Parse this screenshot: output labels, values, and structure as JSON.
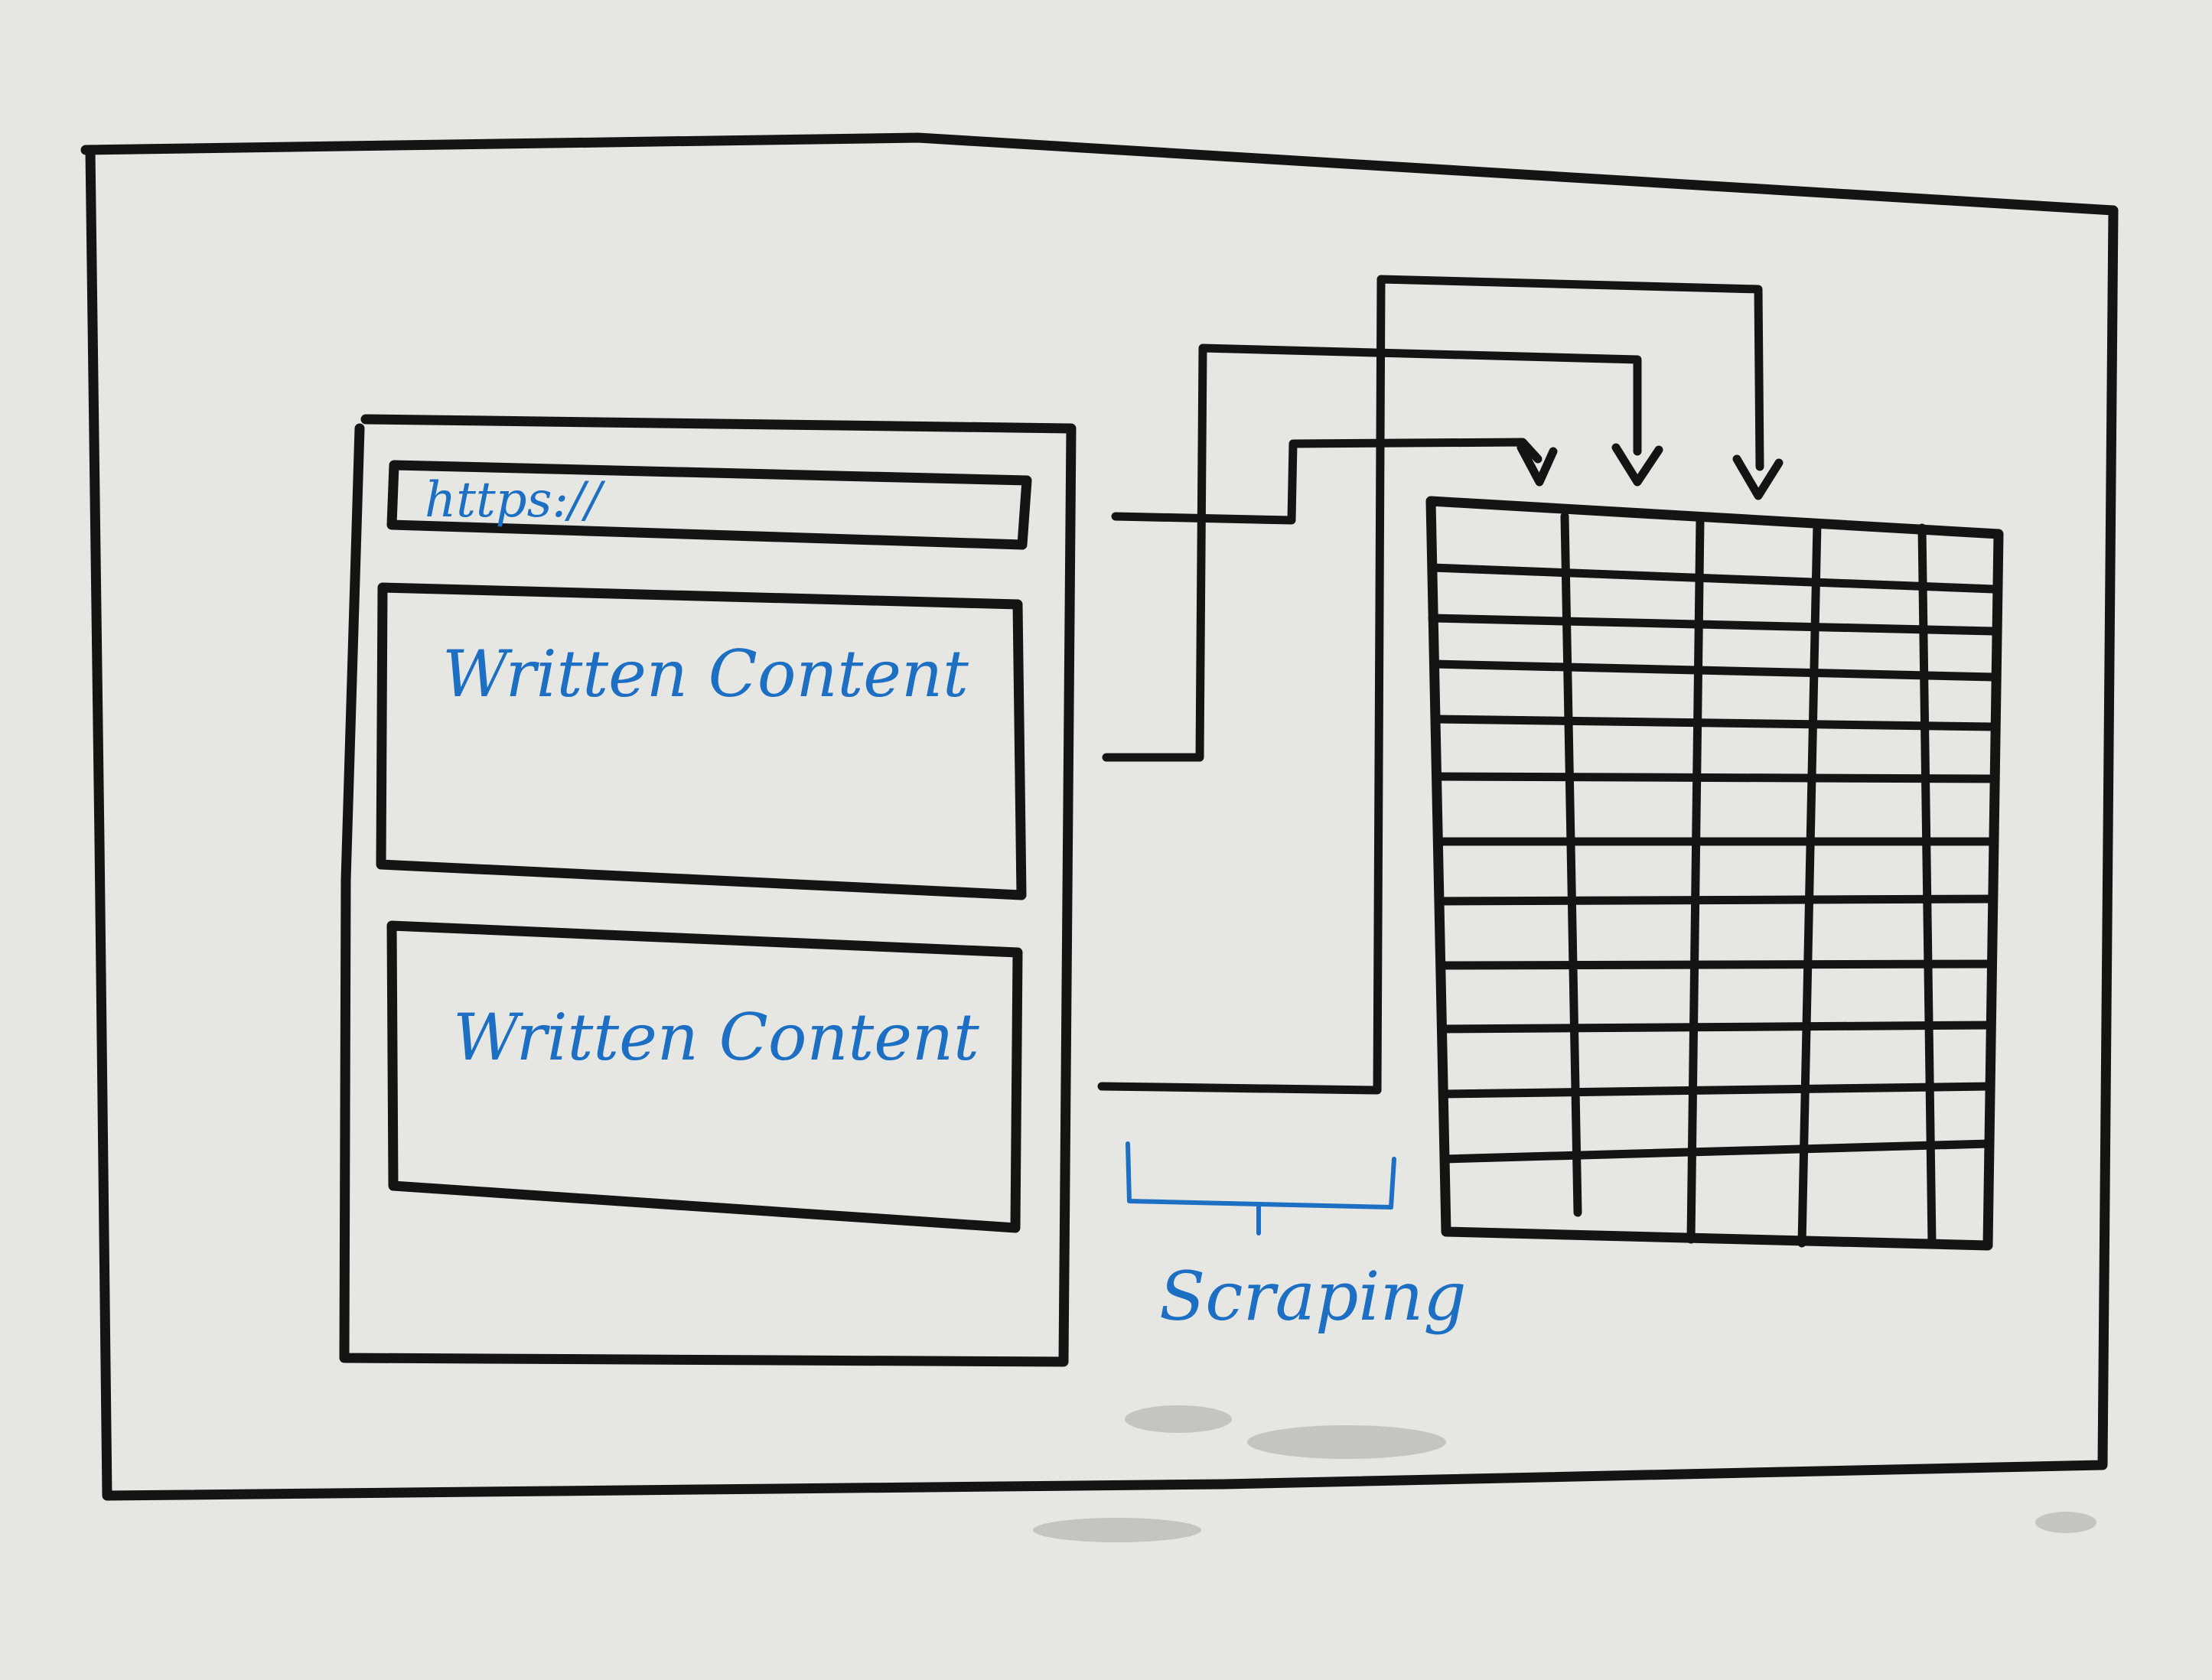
{
  "browser": {
    "url_text": "https://"
  },
  "content_blocks": [
    {
      "label": "Written Content"
    },
    {
      "label": "Written Content"
    }
  ],
  "scraping": {
    "label": "Scraping"
  },
  "colors": {
    "paper": "#e6e6e2",
    "ink": "#141414",
    "blue_ink": "#1c6fc2"
  }
}
